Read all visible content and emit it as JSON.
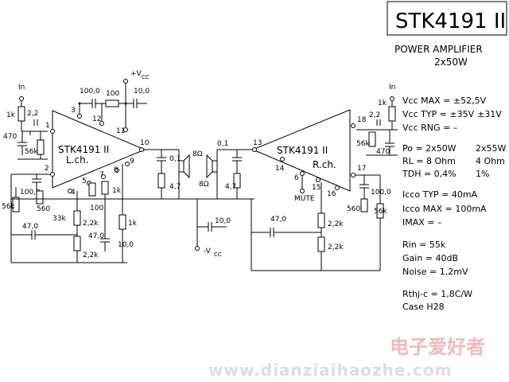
{
  "title": "STK4191 II",
  "subtitle_line1": "POWER AMPLIFIER",
  "subtitle_line2": "2x50W",
  "chip_label_left": "STK4191 II",
  "chip_label_right": "STK4191 II",
  "channel_left": "L.ch.",
  "channel_right": "R.ch.",
  "mute_label": "MUTE",
  "inputs": {
    "left": "In",
    "right": "In"
  },
  "supply": {
    "pos": "+V",
    "pos_sub": "CC",
    "neg": "-V",
    "neg_sub": "CC"
  },
  "pins": [
    "1",
    "2",
    "3",
    "4",
    "5",
    "6",
    "7",
    "8",
    "9",
    "10",
    "11",
    "12",
    "13",
    "14",
    "15",
    "16",
    "17",
    "18"
  ],
  "components": {
    "r_1k_l": "1k",
    "c_2_2_l": "2,2",
    "r_470_l": "470",
    "r_56k_l": "56k",
    "c_100_0_top": "100,0",
    "r_100_top": "100",
    "c_10_0_top": "10,0",
    "c_100_0_l": "100,0",
    "r_56k_l2": "56k",
    "r_560_l": "560",
    "r_33k_l": "33k",
    "r_100_l": "100",
    "r_1k_l2": "1k",
    "r_2_2k_l1": "2,2k",
    "r_2_2k_l2": "2,2k",
    "c_47_0_l": "47,0",
    "c_47_0_l2": "47,0",
    "c_10_0_l": "10,0",
    "r_1k_l3": "1k",
    "c_0_1_l": "0,1",
    "r_4_7_l": "4,7",
    "spk_l_top": "8Ω",
    "spk_l_bot": "8Ω",
    "c_0_1_r": "0,1",
    "r_4_7_r": "4,7",
    "c_10_0_mid": "10,0",
    "r_1k_r": "1k",
    "c_2_2_r": "2,2",
    "r_470_r": "470",
    "r_56k_r": "56k",
    "c_100_0_r": "100,0",
    "r_560_r": "560",
    "r_56k_r2": "56k",
    "c_47_0_r": "47,0",
    "r_2_2k_r1": "2,2k",
    "r_2_2k_r2": "2,2k"
  },
  "specs": {
    "vcc_max": "Vcc MAX = ±52,5V",
    "vcc_typ": "Vcc TYP = ±35V",
    "vcc_typ2": "±31V",
    "vcc_rng": "Vcc RNG = –",
    "po": "Po = 2x50W",
    "po2": "2x55W",
    "rl": "RL = 8 Ohm",
    "rl2": "4 Ohm",
    "tdh": "TDH = 0,4%",
    "tdh2": "1%",
    "icco_typ": "Icco TYP = 40mA",
    "icco_max": "Icco MAX = 100mA",
    "imax": "IMAX = –",
    "rin": "Rin = 55k",
    "gain": "Gain = 40dB",
    "noise": "Noise = 1,2mV",
    "rthj": "Rthj-c = 1,8C/W",
    "case": "Case H28"
  },
  "watermark_cn": "电子爱好者",
  "watermark_url": "www.dianziaihaozhe.com"
}
